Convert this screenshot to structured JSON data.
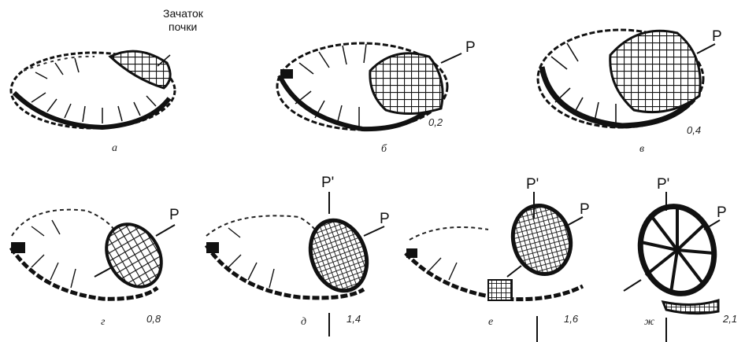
{
  "figure": {
    "bud_label_line1": "Зачаток",
    "bud_label_line2": "почки",
    "stage_letters": [
      "а",
      "б",
      "в",
      "г",
      "д",
      "е",
      "ж"
    ],
    "stage_values": [
      "",
      "0,2",
      "0,4",
      "0,8",
      "1,4",
      "1,6",
      "2,1"
    ],
    "plane_label": "P",
    "plane_prime_label": "P'",
    "ink_color": "#111111"
  }
}
